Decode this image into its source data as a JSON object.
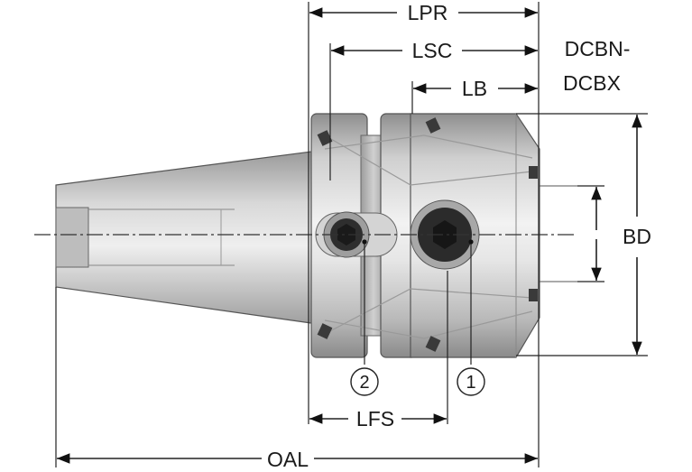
{
  "labels": {
    "lpr": "LPR",
    "lsc": "LSC",
    "lb": "LB",
    "dcbn": "DCBN-",
    "dcbx": "DCBX",
    "bd": "BD",
    "lfs": "LFS",
    "oal": "OAL",
    "callout_1": "1",
    "callout_2": "2"
  }
}
